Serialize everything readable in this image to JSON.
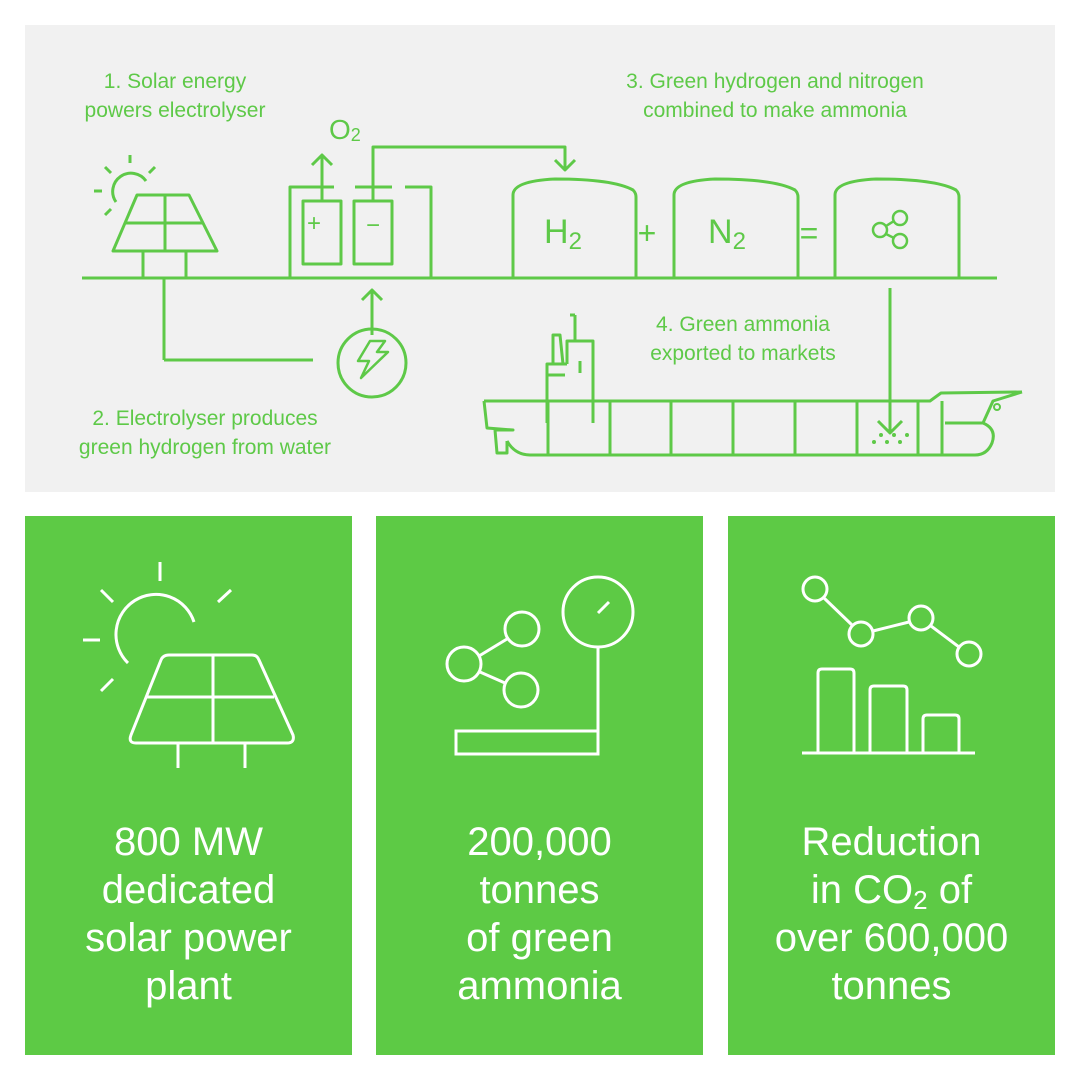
{
  "colors": {
    "accent_green": "#5dca45",
    "diagram_line": "#5ec948",
    "diagram_background": "#f1f1f1",
    "card_text": "#ffffff"
  },
  "process": {
    "steps": [
      {
        "number": "1.",
        "line1": "1. Solar energy",
        "line2": "powers electrolyser"
      },
      {
        "number": "2.",
        "line1": "2. Electrolyser produces",
        "line2": "green hydrogen from water"
      },
      {
        "number": "3.",
        "line1": "3. Green hydrogen and nitrogen",
        "line2": "combined to make ammonia"
      },
      {
        "number": "4.",
        "line1": "4. Green ammonia",
        "line2": "exported to markets"
      }
    ],
    "labels": {
      "oxygen": "O",
      "oxygen_sub": "2",
      "hydrogen": "H",
      "hydrogen_sub": "2",
      "nitrogen": "N",
      "nitrogen_sub": "2",
      "plus": "+",
      "equals": "=",
      "anode": "+",
      "cathode": "−"
    },
    "icons": [
      "sun-icon",
      "solar-panel-icon",
      "electrolyser-icon",
      "lightning-icon",
      "hydrogen-tank-icon",
      "nitrogen-tank-icon",
      "ammonia-tank-icon",
      "molecule-icon",
      "cargo-ship-icon"
    ]
  },
  "stats": [
    {
      "icon": "solar-panel-icon",
      "lines": [
        "800 MW",
        "dedicated",
        "solar power",
        "plant"
      ]
    },
    {
      "icon": "ammonia-scale-icon",
      "lines": [
        "200,000",
        "tonnes",
        "of green",
        "ammonia"
      ]
    },
    {
      "icon": "reduction-chart-icon",
      "lines": [
        "Reduction",
        "in CO",
        "2",
        " of",
        "over 600,000",
        "tonnes"
      ]
    }
  ]
}
